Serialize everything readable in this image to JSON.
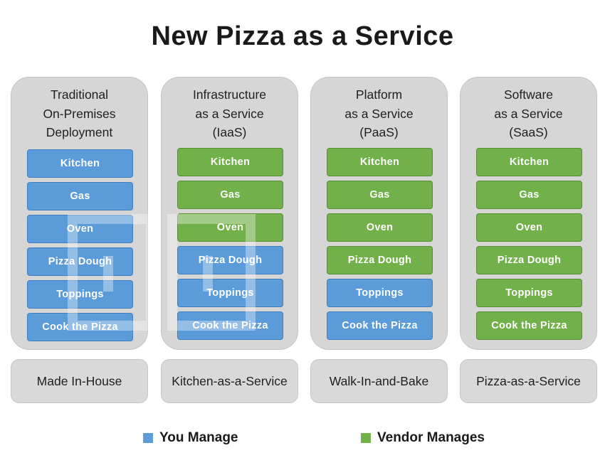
{
  "title": "New Pizza as a Service",
  "colors": {
    "you_manage": "#5b9bd9",
    "vendor_manages": "#72b04a",
    "column_bg": "#d6d6d6"
  },
  "columns": [
    {
      "header": [
        "Traditional",
        "On-Premises",
        "Deployment"
      ],
      "footer": "Made In-House",
      "layers": [
        {
          "label": "Kitchen",
          "managed_by": "you"
        },
        {
          "label": "Gas",
          "managed_by": "you"
        },
        {
          "label": "Oven",
          "managed_by": "you"
        },
        {
          "label": "Pizza Dough",
          "managed_by": "you"
        },
        {
          "label": "Toppings",
          "managed_by": "you"
        },
        {
          "label": "Cook the Pizza",
          "managed_by": "you"
        }
      ]
    },
    {
      "header": [
        "Infrastructure",
        "as a Service",
        "(IaaS)"
      ],
      "footer": "Kitchen-as-a-Service",
      "layers": [
        {
          "label": "Kitchen",
          "managed_by": "vendor"
        },
        {
          "label": "Gas",
          "managed_by": "vendor"
        },
        {
          "label": "Oven",
          "managed_by": "vendor"
        },
        {
          "label": "Pizza Dough",
          "managed_by": "you"
        },
        {
          "label": "Toppings",
          "managed_by": "you"
        },
        {
          "label": "Cook the Pizza",
          "managed_by": "you"
        }
      ]
    },
    {
      "header": [
        "Platform",
        "as a Service",
        "(PaaS)"
      ],
      "footer": "Walk-In-and-Bake",
      "layers": [
        {
          "label": "Kitchen",
          "managed_by": "vendor"
        },
        {
          "label": "Gas",
          "managed_by": "vendor"
        },
        {
          "label": "Oven",
          "managed_by": "vendor"
        },
        {
          "label": "Pizza Dough",
          "managed_by": "vendor"
        },
        {
          "label": "Toppings",
          "managed_by": "you"
        },
        {
          "label": "Cook the Pizza",
          "managed_by": "you"
        }
      ]
    },
    {
      "header": [
        "Software",
        "as a Service",
        "(SaaS)"
      ],
      "footer": "Pizza-as-a-Service",
      "layers": [
        {
          "label": "Kitchen",
          "managed_by": "vendor"
        },
        {
          "label": "Gas",
          "managed_by": "vendor"
        },
        {
          "label": "Oven",
          "managed_by": "vendor"
        },
        {
          "label": "Pizza Dough",
          "managed_by": "vendor"
        },
        {
          "label": "Toppings",
          "managed_by": "vendor"
        },
        {
          "label": "Cook the Pizza",
          "managed_by": "vendor"
        }
      ]
    }
  ],
  "legend": [
    {
      "label": "You Manage",
      "key": "you"
    },
    {
      "label": "Vendor Manages",
      "key": "vendor"
    }
  ]
}
